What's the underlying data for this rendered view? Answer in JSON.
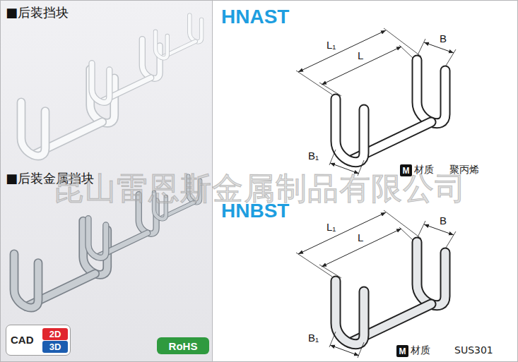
{
  "diagram": {
    "nodes": [
      {
        "text": [
          "CAD"
        ]
      },
      {
        "text": [
          "2D"
        ],
        "in": 0
      },
      {
        "text": [
          "3D"
        ],
        "in": 0
      },
      {
        "text": [
          "RoHS"
        ]
      },
      {
        "text": [
          "M"
        ]
      },
      {
        "text": [
          "M"
        ]
      }
    ],
    "labels": [
      "■后装挡块",
      "■后装金属挡块",
      "HNAST",
      "L₁",
      "L",
      "B",
      "B₁",
      "材质",
      "聚丙烯",
      "HNBST",
      "L₁",
      "L",
      "B",
      "B₁",
      "材质",
      "SUS301",
      "昆山雷恩斯金属制品有限公司"
    ]
  }
}
